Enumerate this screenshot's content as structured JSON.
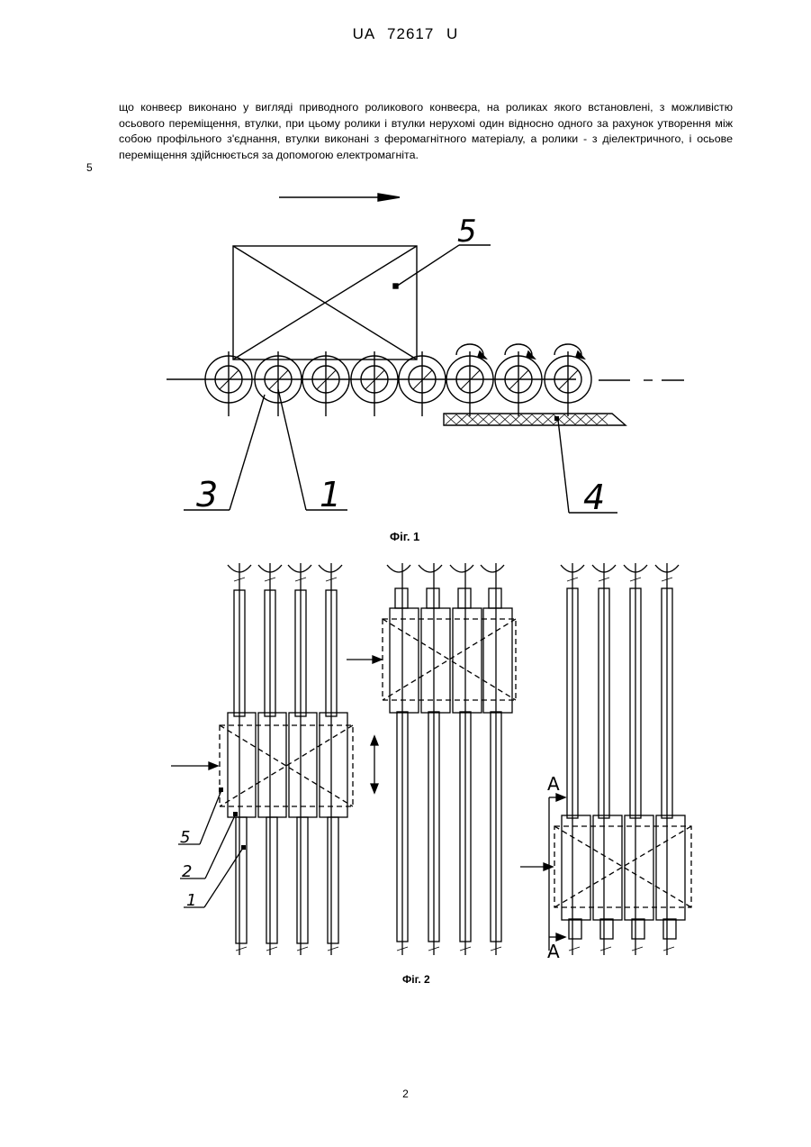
{
  "header": "UA   72617   U",
  "paragraph": "що конвеєр виконано у вигляді приводного роликового конвеєра, на роликах якого встановлені, з можливістю осьового переміщення, втулки, при цьому ролики і втулки нерухомі один відносно одного за рахунок утворення між собою профільного з'єднання, втулки виконані з феромагнітного матеріалу, а ролики - з діелектричного, і осьове переміщення здійснюється за допомогою електромагніта.",
  "line_number": "5",
  "figure1": {
    "caption": "Фіг. 1",
    "labels": {
      "n5": "5",
      "n3": "3",
      "n1": "1",
      "n4": "4"
    }
  },
  "figure2": {
    "caption": "Фіг. 2",
    "labels": {
      "n5": "5",
      "n2": "2",
      "n1": "1",
      "a_top": "A",
      "a_bottom": "A"
    }
  },
  "page_number": "2"
}
